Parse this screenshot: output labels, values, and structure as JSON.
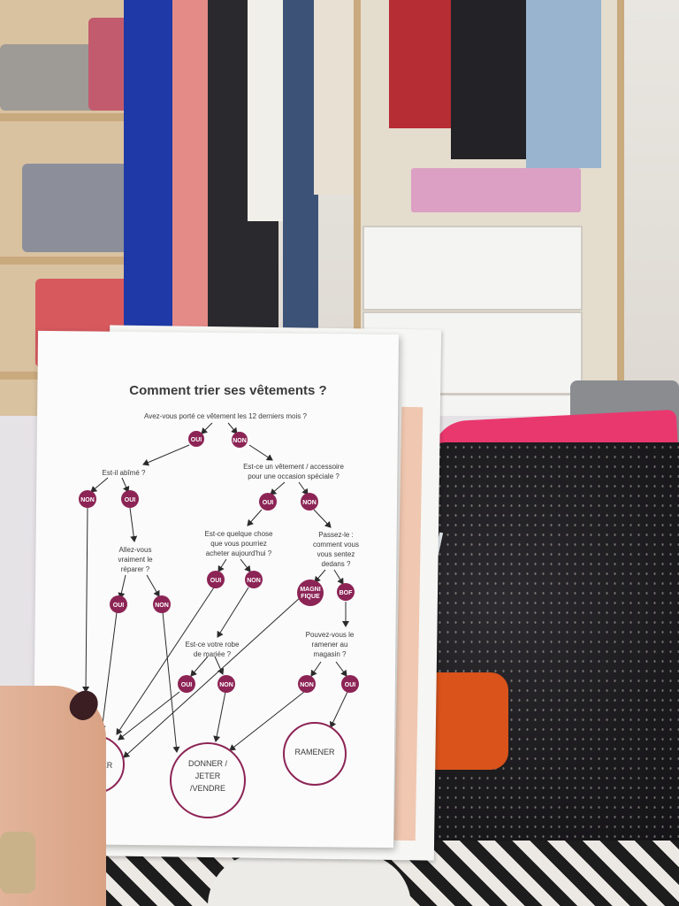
{
  "title": "Comment trier ses vêtements ?",
  "root_question": "Avez-vous porté ce vêtement les 12 derniers mois ?",
  "nodes": {
    "oui": "OUI",
    "non": "NON",
    "magnifique_line1": "MAGNI",
    "magnifique_line2": "FIQUE",
    "bof": "BOF"
  },
  "questions": {
    "abime": "Est-il abîmé ?",
    "occasion_line1": "Est-ce un vêtement / accessoire",
    "occasion_line2": "pour une occasion spéciale ?",
    "reparer_line1": "Allez-vous",
    "reparer_line2": "vraiment le",
    "reparer_line3": "réparer ?",
    "acheter_line1": "Est-ce quelque chose",
    "acheter_line2": "que vous pourriez",
    "acheter_line3": "acheter aujourd'hui ?",
    "sentez_line1": "Passez-le :",
    "sentez_line2": "comment vous",
    "sentez_line3": "vous sentez",
    "sentez_line4": "dedans ?",
    "robe_line1": "Est-ce votre robe",
    "robe_line2": "de mariée ?",
    "ramener_line1": "Pouvez-vous le",
    "ramener_line2": "ramener au",
    "ramener_line3": "magasin ?"
  },
  "outcomes": {
    "garder": "GARDER",
    "donner_line1": "DONNER /",
    "donner_line2": "JETER",
    "donner_line3": "/VENDRE",
    "ramener": "RAMENER"
  },
  "colors": {
    "accent": "#8c2455",
    "title_text": "#3b3b3b",
    "body_text": "#3a3a3a",
    "arrow": "#2b2b2b",
    "paper": "#fbfbfb"
  }
}
